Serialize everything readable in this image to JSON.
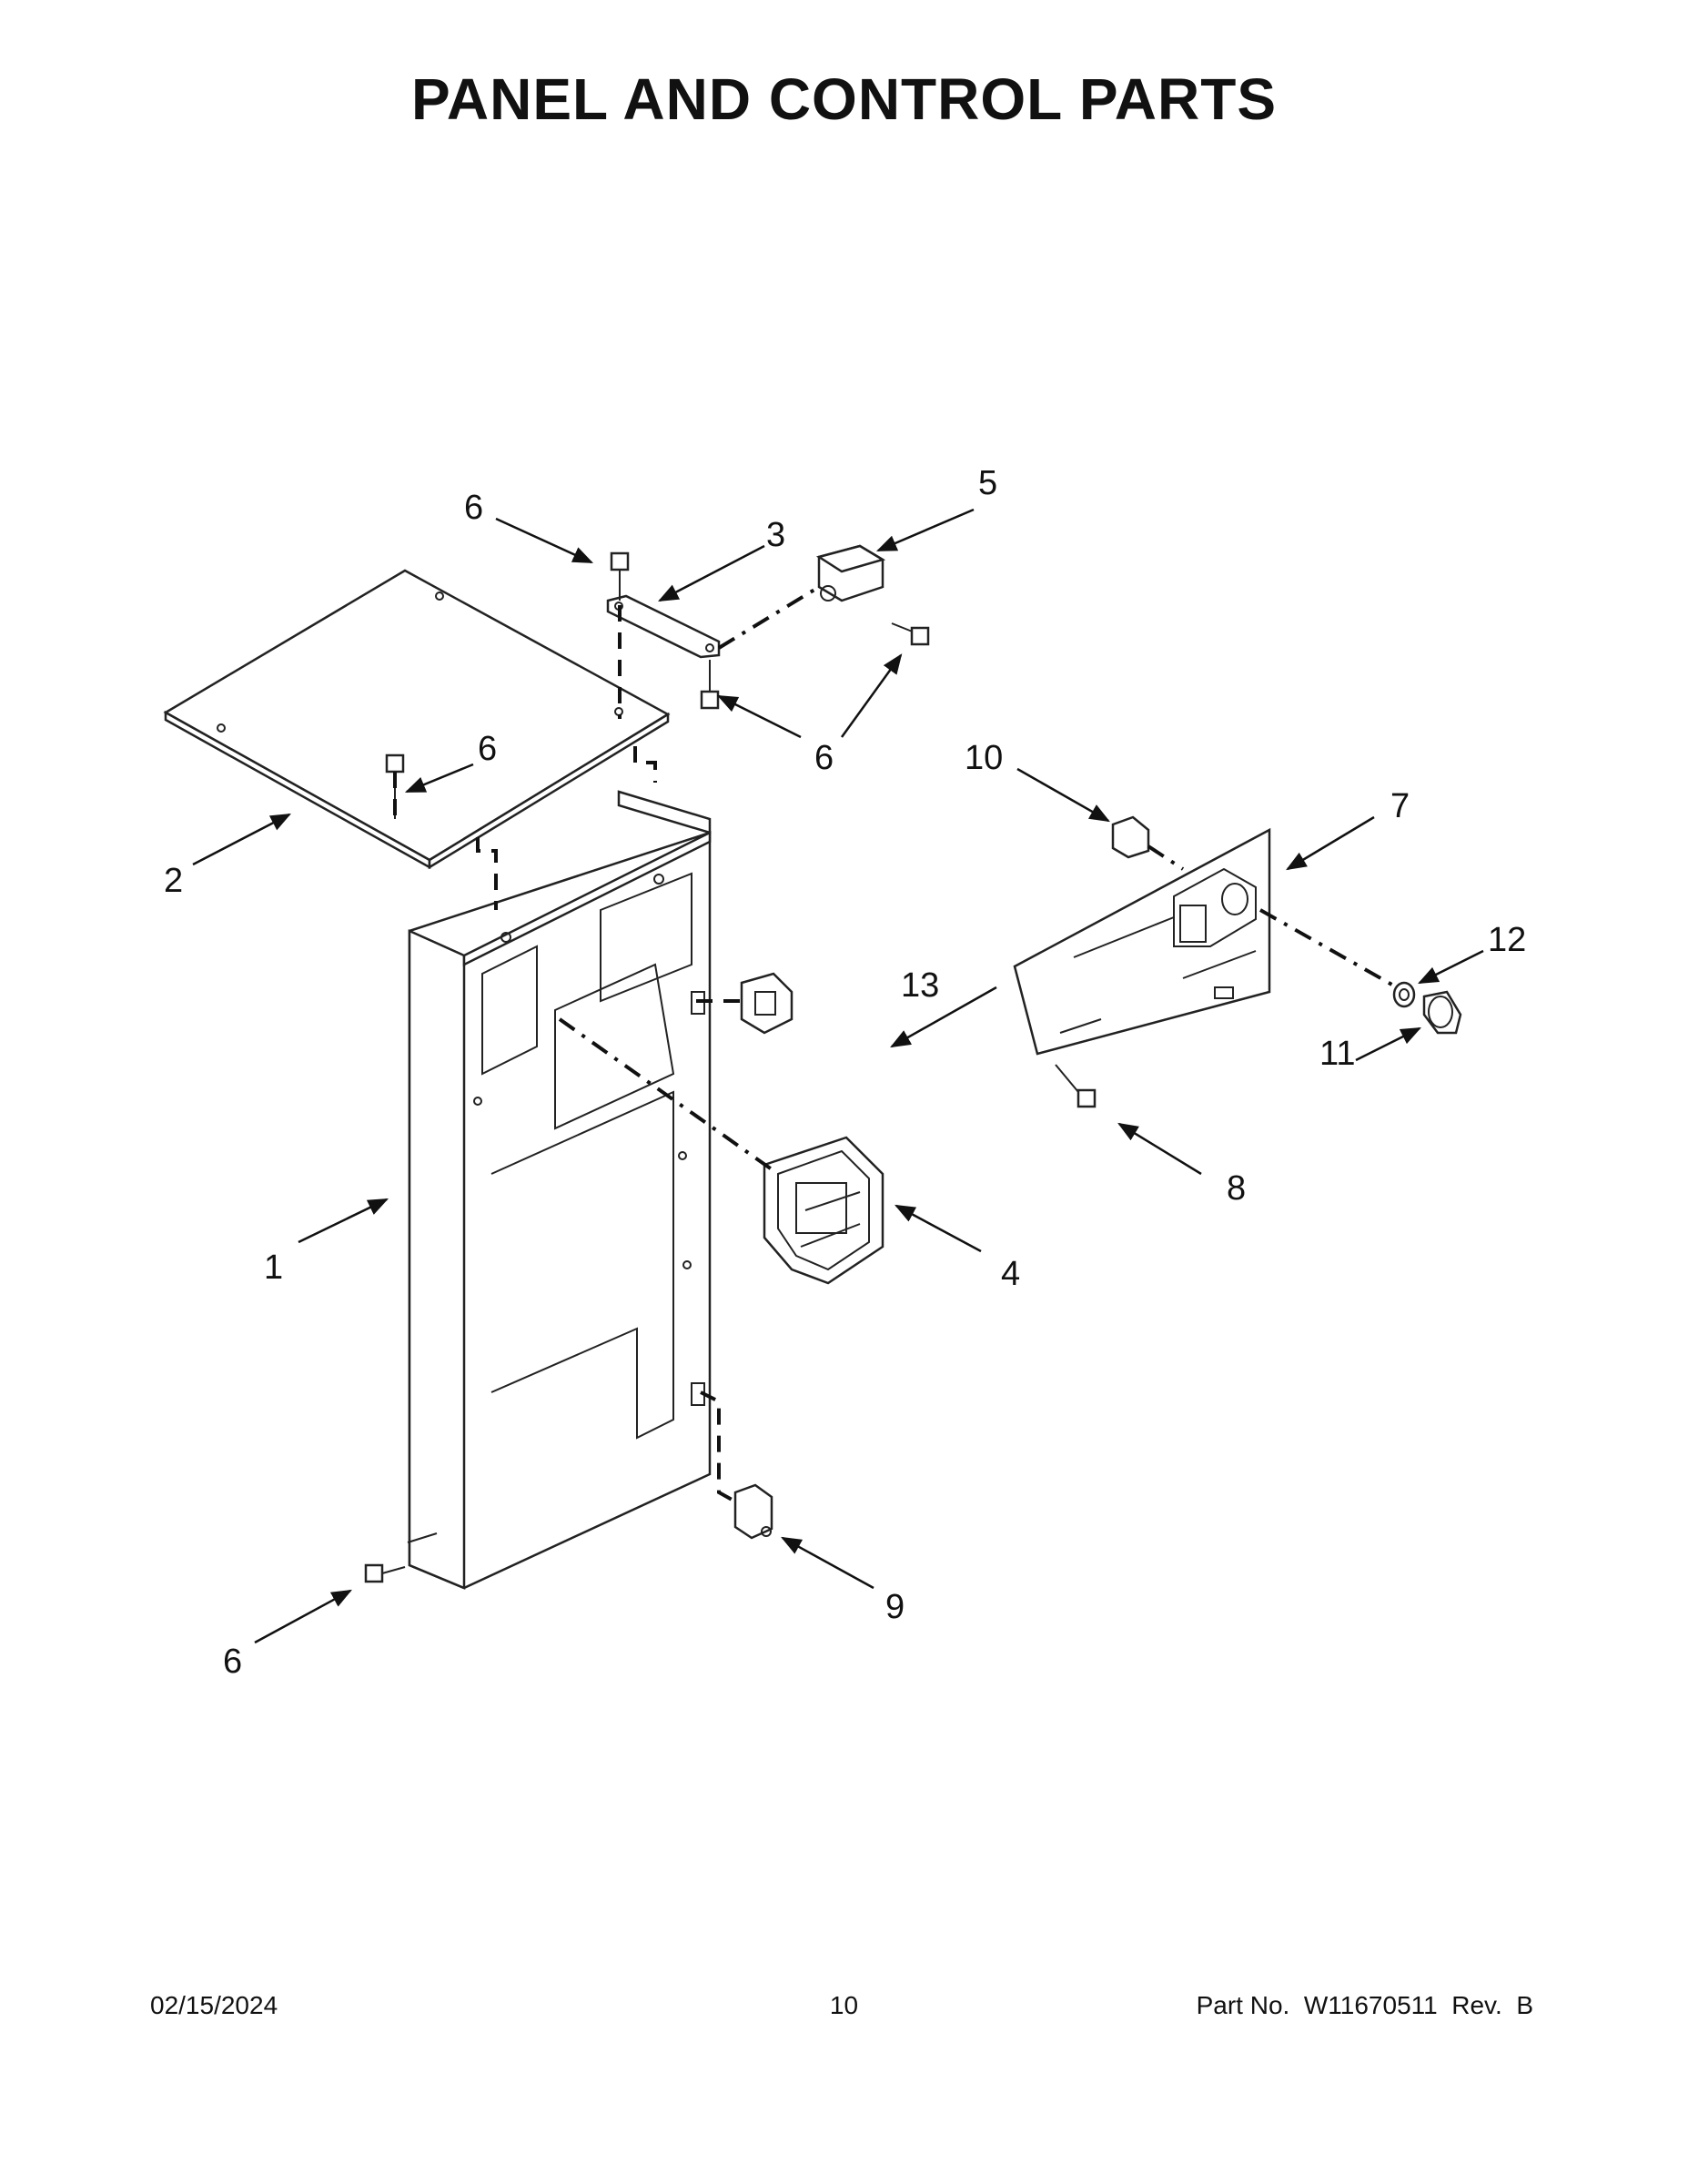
{
  "page": {
    "title": "PANEL AND CONTROL PARTS"
  },
  "callouts": [
    {
      "id": "c1",
      "label": "1"
    },
    {
      "id": "c2",
      "label": "2"
    },
    {
      "id": "c3",
      "label": "3"
    },
    {
      "id": "c4",
      "label": "4"
    },
    {
      "id": "c5",
      "label": "5"
    },
    {
      "id": "c6a",
      "label": "6"
    },
    {
      "id": "c6b",
      "label": "6"
    },
    {
      "id": "c6c",
      "label": "6"
    },
    {
      "id": "c6d",
      "label": "6"
    },
    {
      "id": "c7",
      "label": "7"
    },
    {
      "id": "c8",
      "label": "8"
    },
    {
      "id": "c9",
      "label": "9"
    },
    {
      "id": "c10",
      "label": "10"
    },
    {
      "id": "c11",
      "label": "11"
    },
    {
      "id": "c12",
      "label": "12"
    },
    {
      "id": "c13",
      "label": "13"
    }
  ],
  "footer": {
    "date": "02/15/2024",
    "page_number": "10",
    "part_number": "Part No.  W11670511  Rev.  B"
  }
}
